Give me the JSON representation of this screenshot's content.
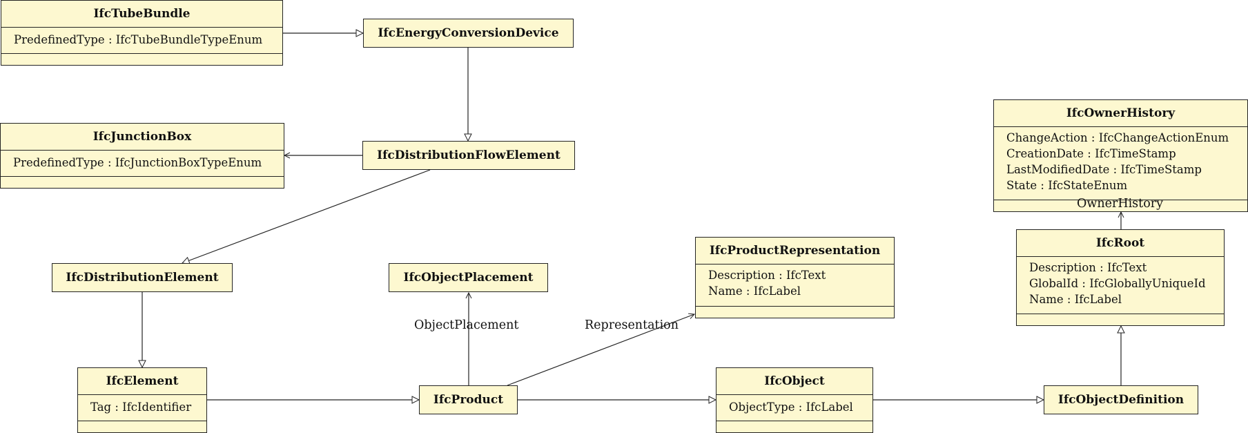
{
  "classes": {
    "tube_bundle": {
      "name": "IfcTubeBundle",
      "attributes": [
        "PredefinedType : IfcTubeBundleTypeEnum"
      ]
    },
    "energy_conversion_device": {
      "name": "IfcEnergyConversionDevice"
    },
    "junction_box": {
      "name": "IfcJunctionBox",
      "attributes": [
        "PredefinedType : IfcJunctionBoxTypeEnum"
      ]
    },
    "distribution_flow_element": {
      "name": "IfcDistributionFlowElement"
    },
    "owner_history": {
      "name": "IfcOwnerHistory",
      "attributes": [
        "ChangeAction : IfcChangeActionEnum",
        "CreationDate : IfcTimeStamp",
        "LastModifiedDate : IfcTimeStamp",
        "State : IfcStateEnum"
      ]
    },
    "root": {
      "name": "IfcRoot",
      "attributes": [
        "Description : IfcText",
        "GlobalId : IfcGloballyUniqueId",
        "Name : IfcLabel"
      ]
    },
    "product_representation": {
      "name": "IfcProductRepresentation",
      "attributes": [
        "Description : IfcText",
        "Name : IfcLabel"
      ]
    },
    "distribution_element": {
      "name": "IfcDistributionElement"
    },
    "object_placement": {
      "name": "IfcObjectPlacement"
    },
    "element": {
      "name": "IfcElement",
      "attributes": [
        "Tag : IfcIdentifier"
      ]
    },
    "product": {
      "name": "IfcProduct"
    },
    "object": {
      "name": "IfcObject",
      "attributes": [
        "ObjectType : IfcLabel"
      ]
    },
    "object_definition": {
      "name": "IfcObjectDefinition"
    }
  },
  "associations": {
    "owner_history": "OwnerHistory",
    "object_placement": "ObjectPlacement",
    "representation": "Representation"
  }
}
